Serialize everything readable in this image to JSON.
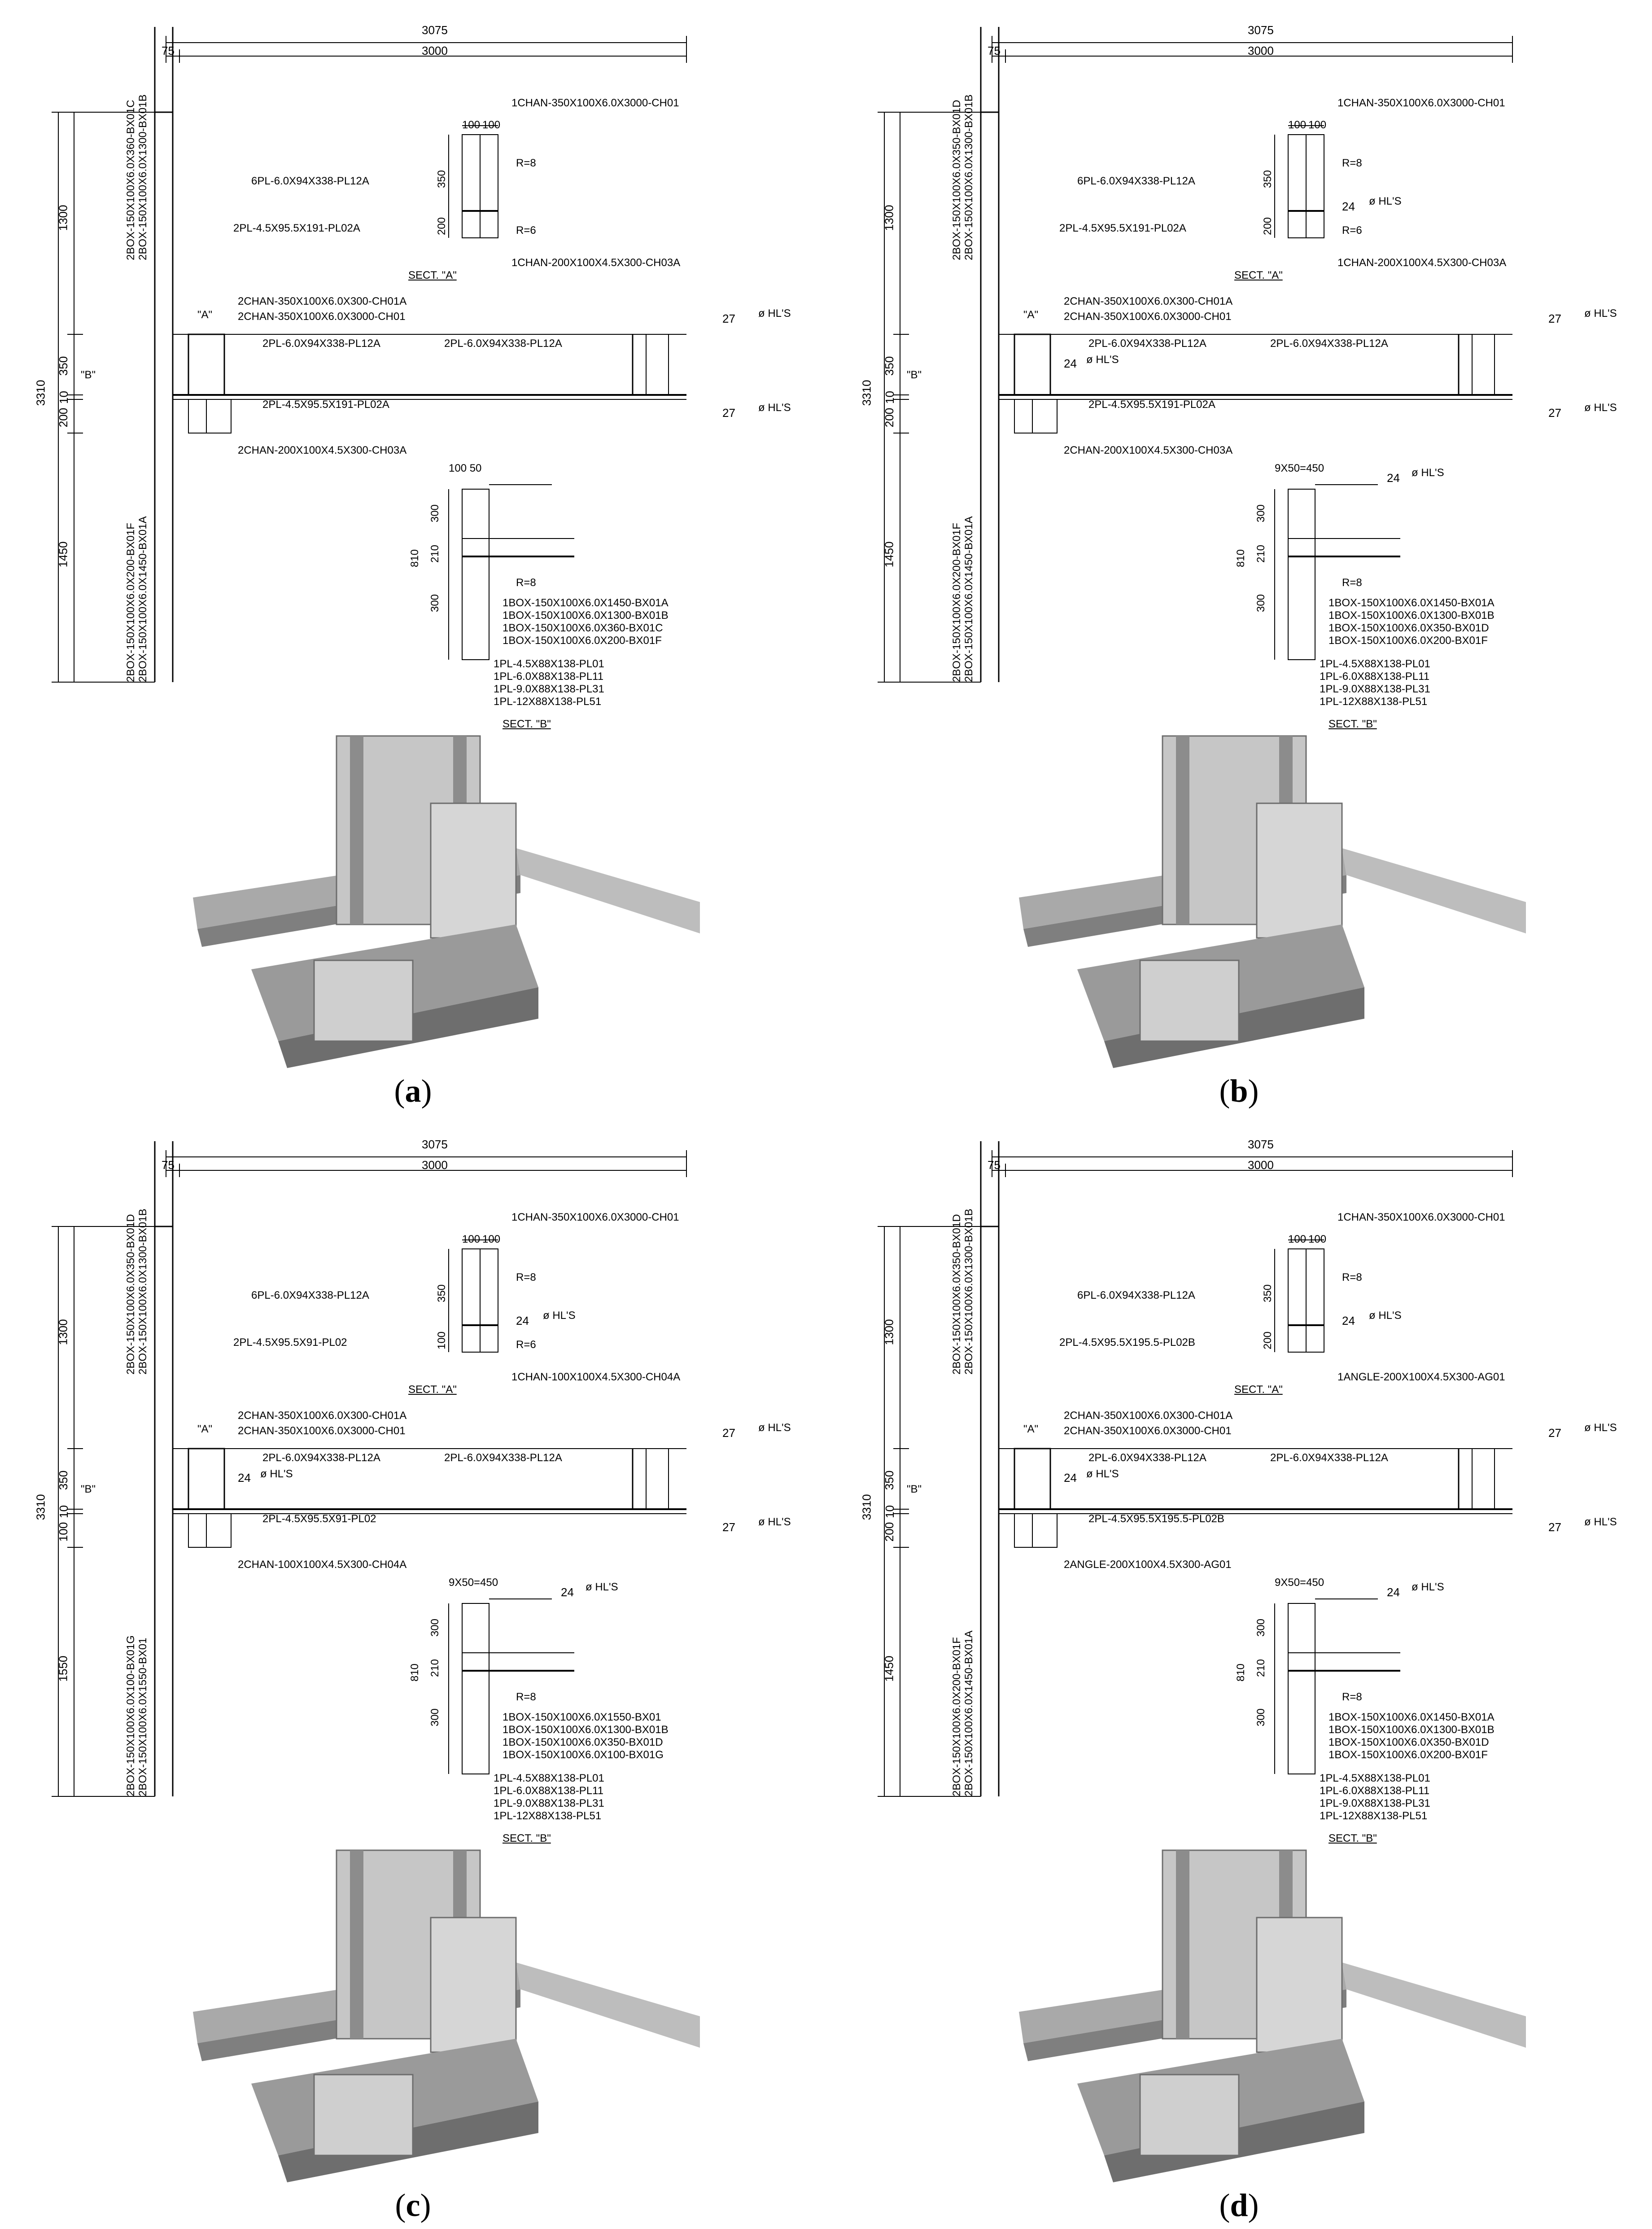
{
  "panels": [
    {
      "id": "a",
      "caption_open": "(",
      "caption_letter": "a",
      "caption_close": ")",
      "dims": {
        "total_w": "3075",
        "w": "3000",
        "left": "75",
        "total_h": "3310",
        "upper": "1300",
        "b1": "350",
        "b2": "10",
        "b3": "200",
        "lower": "1450"
      },
      "col_top": [
        "2BOX-150X100X6.0X360-BX01C",
        "2BOX-150X100X6.0X1300-BX01B"
      ],
      "col_bot": [
        "2BOX-150X100X6.0X200-BX01F",
        "2BOX-150X100X6.0X1450-BX01A"
      ],
      "sect_a": {
        "title": "SECT. \"A\"",
        "top": "1CHAN-350X100X6.0X3000-CH01",
        "d1": "100",
        "d2": "100",
        "h1": "350",
        "h2": "200",
        "p1": "6PL-6.0X94X338-PL12A",
        "p2": "2PL-4.5X95.5X191-PL02A",
        "r1": "R=8",
        "r2": "R=6",
        "bot": "1CHAN-200X100X4.5X300-CH03A",
        "hl": ""
      },
      "beam": {
        "m1": "2CHAN-350X100X6.0X300-CH01A",
        "m2": "2CHAN-350X100X6.0X3000-CH01",
        "p1": "2PL-6.0X94X338-PL12A",
        "p2": "2PL-6.0X94X338-PL12A",
        "p3": "2PL-4.5X95.5X191-PL02A",
        "m3": "2CHAN-200X100X4.5X300-CH03A",
        "la": "\"A\"",
        "lb": "\"B\"",
        "hl1n": "27",
        "hl1": "ø HL'S",
        "hl2n": "27",
        "hl2": "ø HL'S",
        "hl3n": "",
        "hl3": ""
      },
      "sect_b": {
        "title": "SECT. \"B\"",
        "dtop": "100 50",
        "hl_n": "",
        "hl": "",
        "h": "810",
        "h1": "300",
        "h2": "210",
        "h3": "300",
        "r": "R=8",
        "boxes": [
          "1BOX-150X100X6.0X1450-BX01A",
          "1BOX-150X100X6.0X1300-BX01B",
          "1BOX-150X100X6.0X360-BX01C",
          "1BOX-150X100X6.0X200-BX01F"
        ],
        "plates": [
          "1PL-4.5X88X138-PL01",
          "1PL-6.0X88X138-PL11",
          "1PL-9.0X88X138-PL31",
          "1PL-12X88X138-PL51"
        ]
      }
    },
    {
      "id": "b",
      "caption_open": "(",
      "caption_letter": "b",
      "caption_close": ")",
      "dims": {
        "total_w": "3075",
        "w": "3000",
        "left": "75",
        "total_h": "3310",
        "upper": "1300",
        "b1": "350",
        "b2": "10",
        "b3": "200",
        "lower": "1450"
      },
      "col_top": [
        "2BOX-150X100X6.0X350-BX01D",
        "2BOX-150X100X6.0X1300-BX01B"
      ],
      "col_bot": [
        "2BOX-150X100X6.0X200-BX01F",
        "2BOX-150X100X6.0X1450-BX01A"
      ],
      "sect_a": {
        "title": "SECT. \"A\"",
        "top": "1CHAN-350X100X6.0X3000-CH01",
        "d1": "100",
        "d2": "100",
        "h1": "350",
        "h2": "200",
        "p1": "6PL-6.0X94X338-PL12A",
        "p2": "2PL-4.5X95.5X191-PL02A",
        "r1": "R=8",
        "r2": "R=6",
        "bot": "1CHAN-200X100X4.5X300-CH03A",
        "hl": "ø HL'S",
        "hl_n": "24"
      },
      "beam": {
        "m1": "2CHAN-350X100X6.0X300-CH01A",
        "m2": "2CHAN-350X100X6.0X3000-CH01",
        "p1": "2PL-6.0X94X338-PL12A",
        "p2": "2PL-6.0X94X338-PL12A",
        "p3": "2PL-4.5X95.5X191-PL02A",
        "m3": "2CHAN-200X100X4.5X300-CH03A",
        "la": "\"A\"",
        "lb": "\"B\"",
        "hl1n": "27",
        "hl1": "ø HL'S",
        "hl2n": "27",
        "hl2": "ø HL'S",
        "hl3n": "24",
        "hl3": "ø HL'S"
      },
      "sect_b": {
        "title": "SECT. \"B\"",
        "dtop": "9X50=450",
        "hl_n": "24",
        "hl": "ø HL'S",
        "h": "810",
        "h1": "300",
        "h2": "210",
        "h3": "300",
        "r": "R=8",
        "boxes": [
          "1BOX-150X100X6.0X1450-BX01A",
          "1BOX-150X100X6.0X1300-BX01B",
          "1BOX-150X100X6.0X350-BX01D",
          "1BOX-150X100X6.0X200-BX01F"
        ],
        "plates": [
          "1PL-4.5X88X138-PL01",
          "1PL-6.0X88X138-PL11",
          "1PL-9.0X88X138-PL31",
          "1PL-12X88X138-PL51"
        ]
      }
    },
    {
      "id": "c",
      "caption_open": "(",
      "caption_letter": "c",
      "caption_close": ")",
      "dims": {
        "total_w": "3075",
        "w": "3000",
        "left": "75",
        "total_h": "3310",
        "upper": "1300",
        "b1": "350",
        "b2": "10",
        "b3": "100",
        "lower": "1550"
      },
      "col_top": [
        "2BOX-150X100X6.0X350-BX01D",
        "2BOX-150X100X6.0X1300-BX01B"
      ],
      "col_bot": [
        "2BOX-150X100X6.0X100-BX01G",
        "2BOX-150X100X6.0X1550-BX01"
      ],
      "sect_a": {
        "title": "SECT. \"A\"",
        "top": "1CHAN-350X100X6.0X3000-CH01",
        "d1": "100",
        "d2": "100",
        "h1": "350",
        "h2": "100",
        "p1": "6PL-6.0X94X338-PL12A",
        "p2": "2PL-4.5X95.5X91-PL02",
        "r1": "R=8",
        "r2": "R=6",
        "bot": "1CHAN-100X100X4.5X300-CH04A",
        "hl": "ø HL'S",
        "hl_n": "24"
      },
      "beam": {
        "m1": "2CHAN-350X100X6.0X300-CH01A",
        "m2": "2CHAN-350X100X6.0X3000-CH01",
        "p1": "2PL-6.0X94X338-PL12A",
        "p2": "2PL-6.0X94X338-PL12A",
        "p3": "2PL-4.5X95.5X91-PL02",
        "m3": "2CHAN-100X100X4.5X300-CH04A",
        "la": "\"A\"",
        "lb": "\"B\"",
        "hl1n": "27",
        "hl1": "ø HL'S",
        "hl2n": "27",
        "hl2": "ø HL'S",
        "hl3n": "24",
        "hl3": "ø HL'S"
      },
      "sect_b": {
        "title": "SECT. \"B\"",
        "dtop": "9X50=450",
        "hl_n": "24",
        "hl": "ø HL'S",
        "h": "810",
        "h1": "300",
        "h2": "210",
        "h3": "300",
        "r": "R=8",
        "boxes": [
          "1BOX-150X100X6.0X1550-BX01",
          "1BOX-150X100X6.0X1300-BX01B",
          "1BOX-150X100X6.0X350-BX01D",
          "1BOX-150X100X6.0X100-BX01G"
        ],
        "plates": [
          "1PL-4.5X88X138-PL01",
          "1PL-6.0X88X138-PL11",
          "1PL-9.0X88X138-PL31",
          "1PL-12X88X138-PL51"
        ]
      }
    },
    {
      "id": "d",
      "caption_open": "(",
      "caption_letter": "d",
      "caption_close": ")",
      "dims": {
        "total_w": "3075",
        "w": "3000",
        "left": "75",
        "total_h": "3310",
        "upper": "1300",
        "b1": "350",
        "b2": "10",
        "b3": "200",
        "lower": "1450"
      },
      "col_top": [
        "2BOX-150X100X6.0X350-BX01D",
        "2BOX-150X100X6.0X1300-BX01B"
      ],
      "col_bot": [
        "2BOX-150X100X6.0X200-BX01F",
        "2BOX-150X100X6.0X1450-BX01A"
      ],
      "sect_a": {
        "title": "SECT. \"A\"",
        "top": "1CHAN-350X100X6.0X3000-CH01",
        "d1": "100",
        "d2": "100",
        "h1": "350",
        "h2": "200",
        "p1": "6PL-6.0X94X338-PL12A",
        "p2": "2PL-4.5X95.5X195.5-PL02B",
        "r1": "R=8",
        "r2": "",
        "bot": "1ANGLE-200X100X4.5X300-AG01",
        "hl": "ø HL'S",
        "hl_n": "24"
      },
      "beam": {
        "m1": "2CHAN-350X100X6.0X300-CH01A",
        "m2": "2CHAN-350X100X6.0X3000-CH01",
        "p1": "2PL-6.0X94X338-PL12A",
        "p2": "2PL-6.0X94X338-PL12A",
        "p3": "2PL-4.5X95.5X195.5-PL02B",
        "m3": "2ANGLE-200X100X4.5X300-AG01",
        "la": "\"A\"",
        "lb": "\"B\"",
        "hl1n": "27",
        "hl1": "ø HL'S",
        "hl2n": "27",
        "hl2": "ø HL'S",
        "hl3n": "24",
        "hl3": "ø HL'S"
      },
      "sect_b": {
        "title": "SECT. \"B\"",
        "dtop": "9X50=450",
        "hl_n": "24",
        "hl": "ø HL'S",
        "h": "810",
        "h1": "300",
        "h2": "210",
        "h3": "300",
        "r": "R=8",
        "boxes": [
          "1BOX-150X100X6.0X1450-BX01A",
          "1BOX-150X100X6.0X1300-BX01B",
          "1BOX-150X100X6.0X350-BX01D",
          "1BOX-150X100X6.0X200-BX01F"
        ],
        "plates": [
          "1PL-4.5X88X138-PL01",
          "1PL-6.0X88X138-PL11",
          "1PL-9.0X88X138-PL31",
          "1PL-12X88X138-PL51"
        ]
      }
    }
  ]
}
